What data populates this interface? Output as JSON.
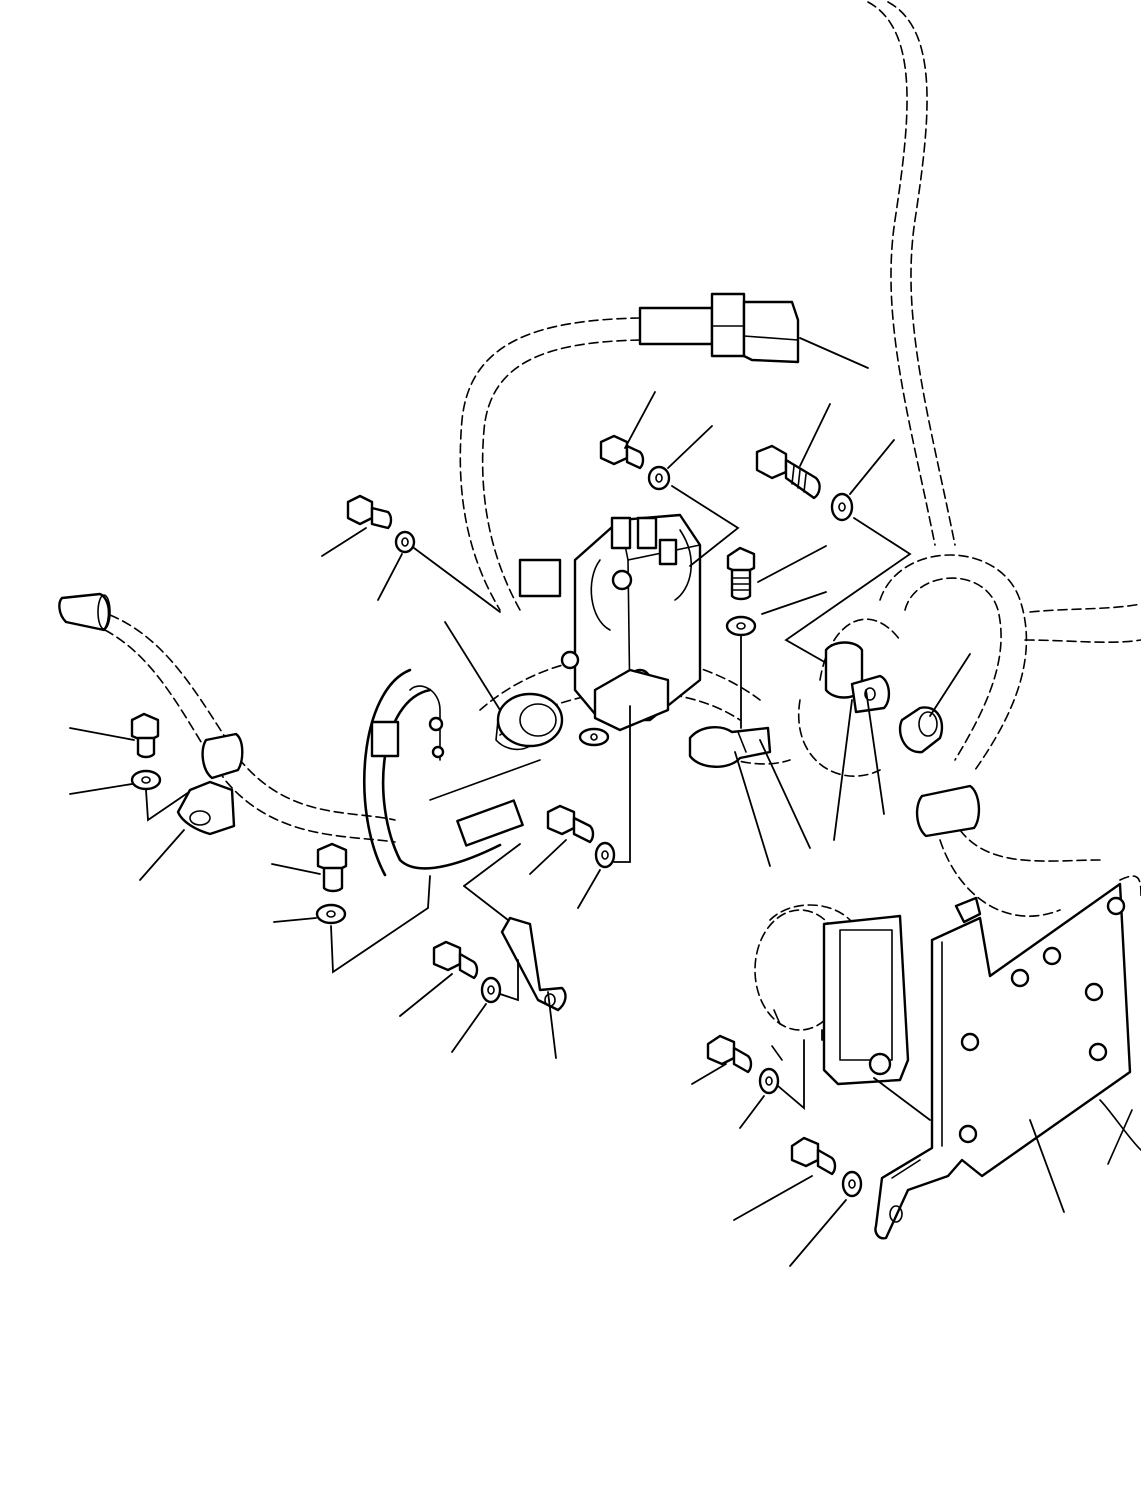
{
  "diagram": {
    "kind": "exploded-parts-illustration",
    "line_color": "#000000",
    "background_color": "#ffffff",
    "parts": [
      {
        "id": "wiring-harness-main"
      },
      {
        "id": "harness-connector"
      },
      {
        "id": "hydraulic-valve-block"
      },
      {
        "id": "solenoid-coil"
      },
      {
        "id": "hex-bolt",
        "count": 10
      },
      {
        "id": "washer",
        "count": 10
      },
      {
        "id": "mounting-bracket",
        "count": 3
      },
      {
        "id": "harness-clamp",
        "count": 4
      },
      {
        "id": "sensor-unit"
      },
      {
        "id": "mounting-plate"
      },
      {
        "id": "grommet"
      }
    ],
    "callout_labels": []
  }
}
